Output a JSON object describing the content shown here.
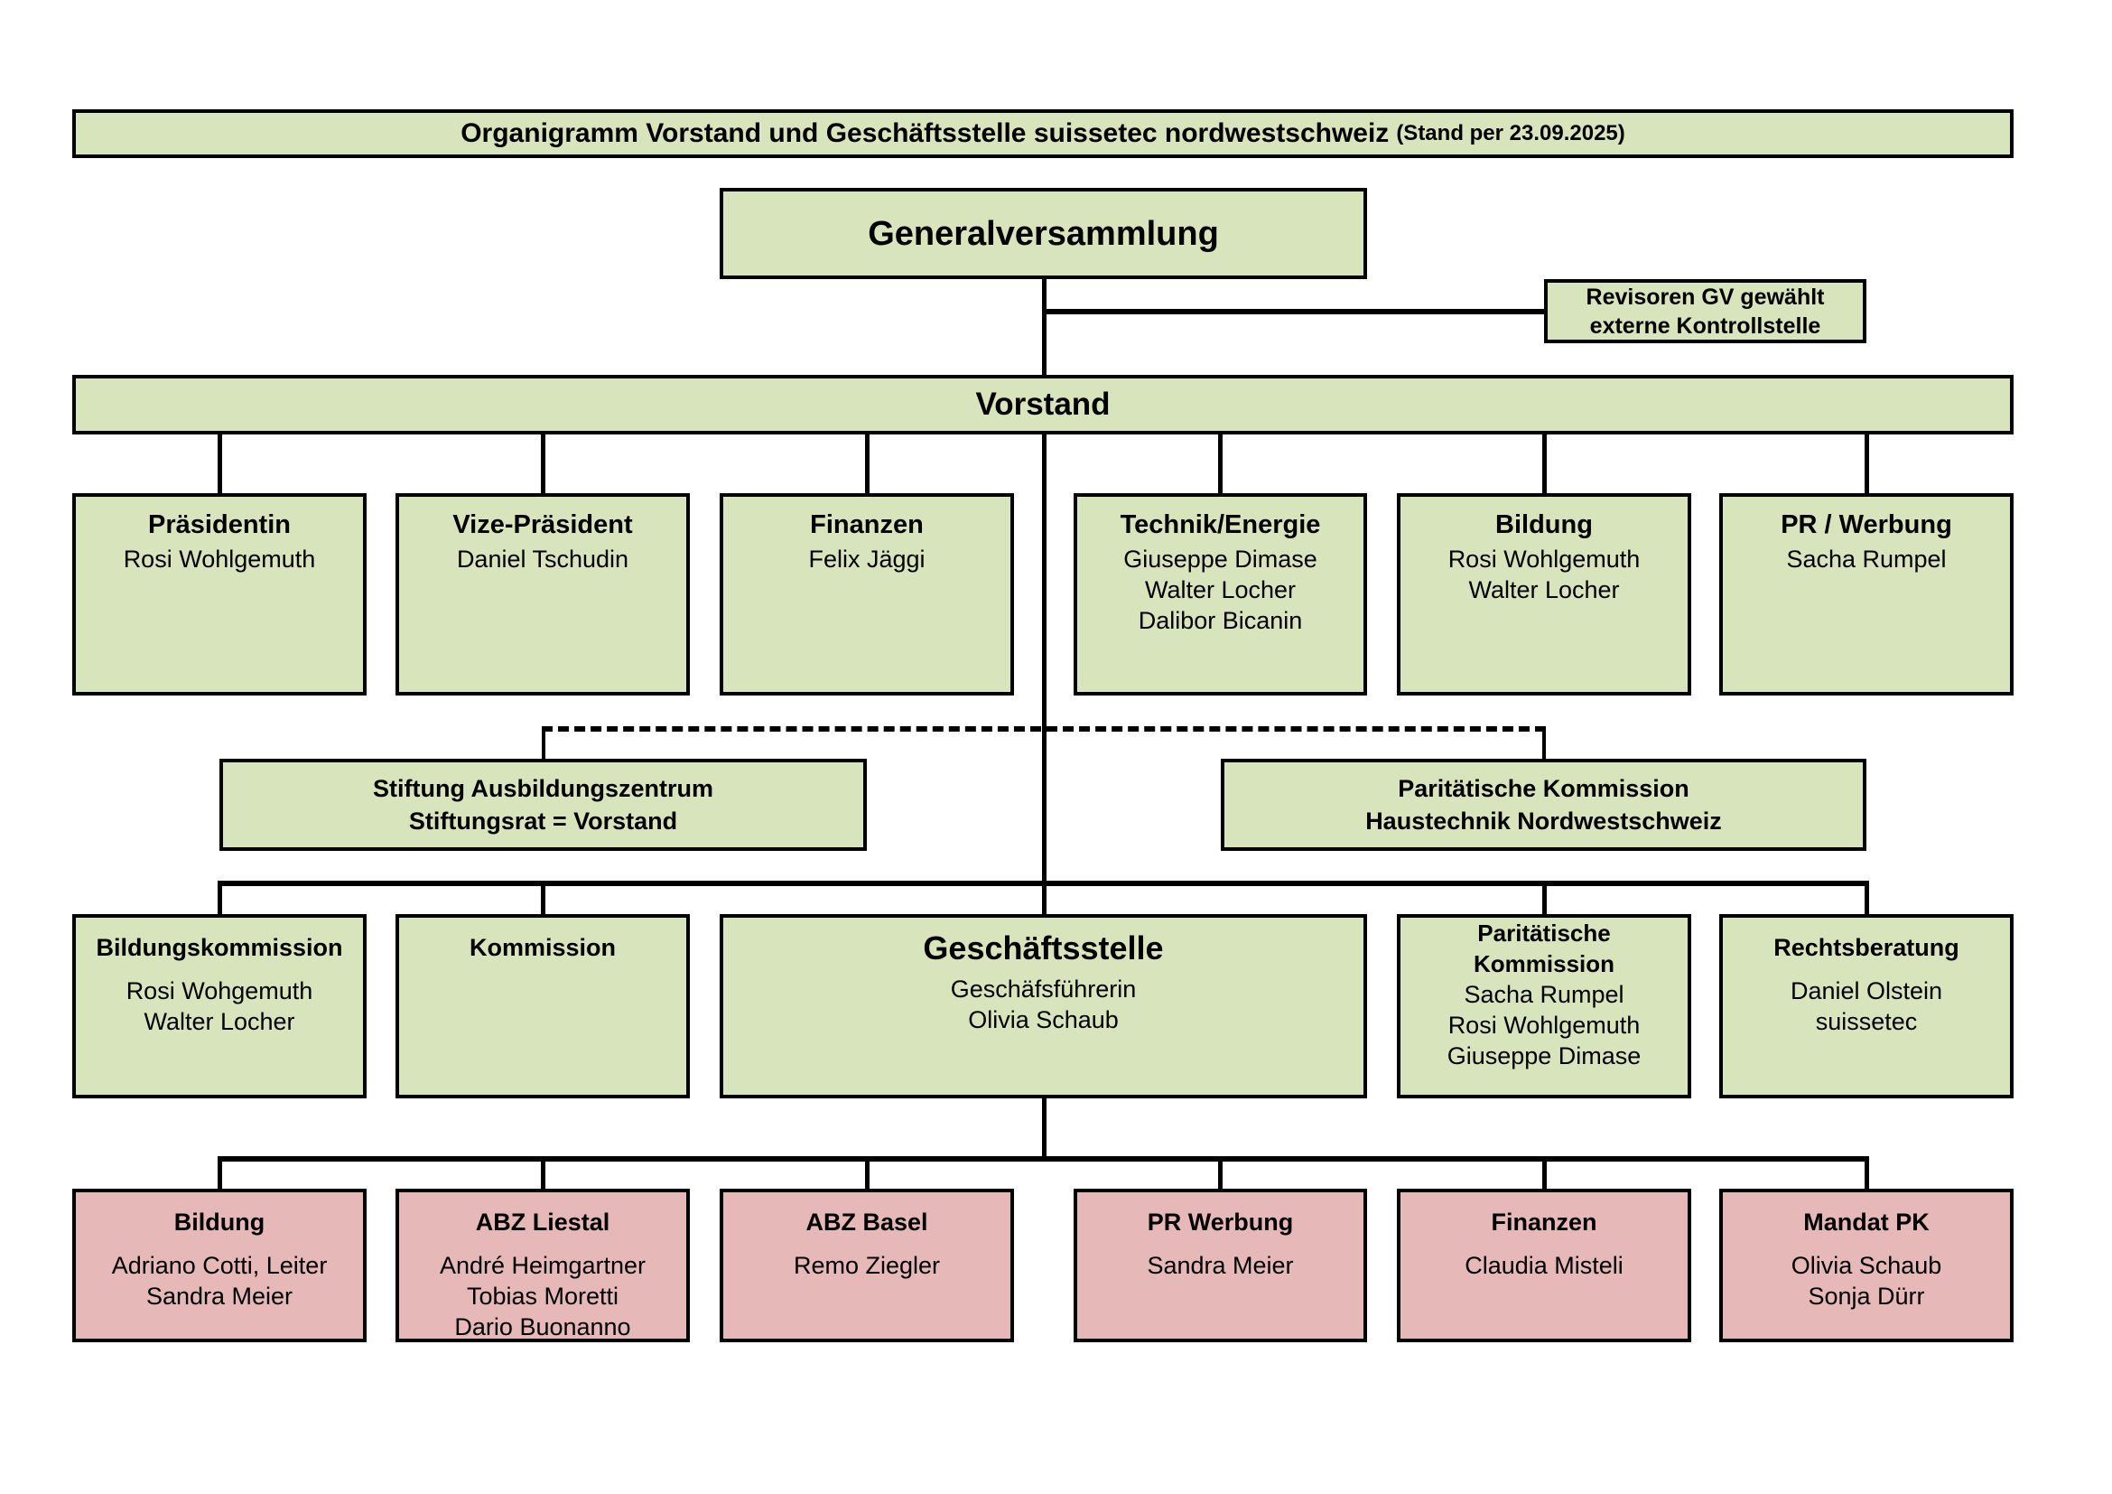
{
  "title": {
    "main": "Organigramm Vorstand und Geschäftsstelle suissetec nordwestschweiz",
    "sub": "(Stand per 23.09.2025)"
  },
  "generalversammlung": "Generalversammlung",
  "revisoren": [
    "Revisoren GV gewählt",
    "externe Kontrollstelle"
  ],
  "vorstand": "Vorstand",
  "vorstand_members": [
    {
      "role": "Präsidentin",
      "names": [
        "Rosi Wohlgemuth"
      ]
    },
    {
      "role": "Vize-Präsident",
      "names": [
        "Daniel Tschudin"
      ]
    },
    {
      "role": "Finanzen",
      "names": [
        "Felix Jäggi"
      ]
    },
    {
      "role": "Technik/Energie",
      "names": [
        "Giuseppe Dimase",
        "Walter Locher",
        "Dalibor Bicanin"
      ]
    },
    {
      "role": "Bildung",
      "names": [
        "Rosi Wohlgemuth",
        "Walter Locher"
      ]
    },
    {
      "role": "PR / Werbung",
      "names": [
        "Sacha Rumpel"
      ]
    }
  ],
  "stiftung": [
    "Stiftung Ausbildungszentrum",
    "Stiftungsrat = Vorstand"
  ],
  "paritaetische_nw": [
    "Paritätische Kommission",
    "Haustechnik Nordwestschweiz"
  ],
  "commissions": [
    {
      "title": "Bildungskommission",
      "names": [
        "Rosi Wohgemuth",
        "Walter Locher"
      ]
    },
    {
      "title": "Kommission",
      "names": []
    },
    {
      "title": "Geschäftsstelle",
      "names": [
        "Geschäfsführerin",
        "Olivia Schaub"
      ]
    },
    {
      "title_lines": [
        "Paritätische",
        "Kommission"
      ],
      "names": [
        "Sacha Rumpel",
        "Rosi Wohlgemuth",
        "Giuseppe Dimase"
      ]
    },
    {
      "title": "Rechtsberatung",
      "names": [
        "Daniel Olstein",
        "suissetec"
      ]
    }
  ],
  "staff": [
    {
      "title": "Bildung",
      "names": [
        "Adriano Cotti, Leiter",
        "Sandra Meier"
      ]
    },
    {
      "title": "ABZ Liestal",
      "names": [
        "André Heimgartner",
        "Tobias Moretti",
        "Dario Buonanno"
      ]
    },
    {
      "title": "ABZ Basel",
      "names": [
        "Remo Ziegler"
      ]
    },
    {
      "title": "PR Werbung",
      "names": [
        "Sandra Meier"
      ]
    },
    {
      "title": "Finanzen",
      "names": [
        "Claudia Misteli"
      ]
    },
    {
      "title": "Mandat PK",
      "names": [
        "Olivia Schaub",
        "Sonja Dürr"
      ]
    }
  ],
  "colors": {
    "green_fill": "#d8e4bc",
    "pink_fill": "#e6b8b7",
    "line": "#000000"
  }
}
